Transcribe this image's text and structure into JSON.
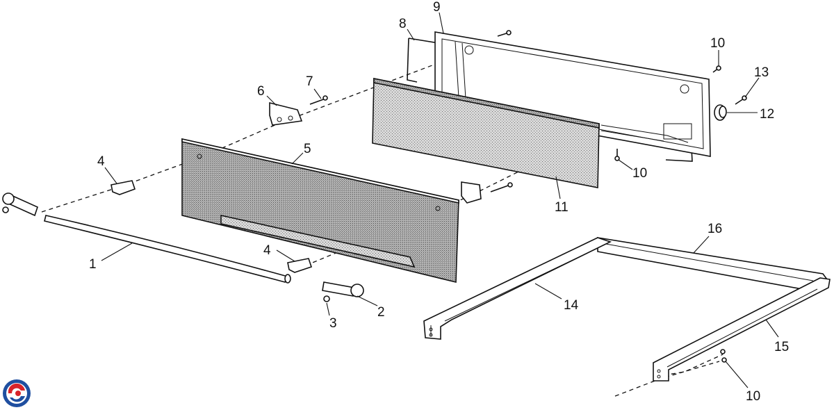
{
  "diagram": {
    "colors": {
      "line": "#111111",
      "panel_fill": "#a8a8a8",
      "insulation_fill": "#d4d4d4",
      "logo_red": "#d8232a",
      "logo_blue": "#1f4fa0"
    },
    "parts": [
      {
        "id": "p1",
        "callout": "1",
        "icon": "handle-rod"
      },
      {
        "id": "p2",
        "callout": "2",
        "icon": "handle-end-cap-right"
      },
      {
        "id": "p3",
        "callout": "3",
        "icon": "nut"
      },
      {
        "id": "p4a",
        "callout": "4",
        "icon": "handle-bracket-upper"
      },
      {
        "id": "p4b",
        "callout": "4",
        "icon": "handle-bracket-lower"
      },
      {
        "id": "p5",
        "callout": "5",
        "icon": "outer-door-panel"
      },
      {
        "id": "p6",
        "callout": "6",
        "icon": "hinge-bracket"
      },
      {
        "id": "p7",
        "callout": "7",
        "icon": "screw"
      },
      {
        "id": "p8",
        "callout": "8",
        "icon": "wire-frame"
      },
      {
        "id": "p9",
        "callout": "9",
        "icon": "inner-door-liner"
      },
      {
        "id": "p10a",
        "callout": "10",
        "icon": "screw"
      },
      {
        "id": "p10b",
        "callout": "10",
        "icon": "screw"
      },
      {
        "id": "p10c",
        "callout": "10",
        "icon": "screw"
      },
      {
        "id": "p11",
        "callout": "11",
        "icon": "insulation-pad"
      },
      {
        "id": "p12",
        "callout": "12",
        "icon": "roller-wheel"
      },
      {
        "id": "p13",
        "callout": "13",
        "icon": "screw"
      },
      {
        "id": "p14",
        "callout": "14",
        "icon": "runner-rail-left"
      },
      {
        "id": "p15",
        "callout": "15",
        "icon": "runner-rail-right"
      },
      {
        "id": "p16",
        "callout": "16",
        "icon": "rear-cross-bar"
      }
    ]
  }
}
